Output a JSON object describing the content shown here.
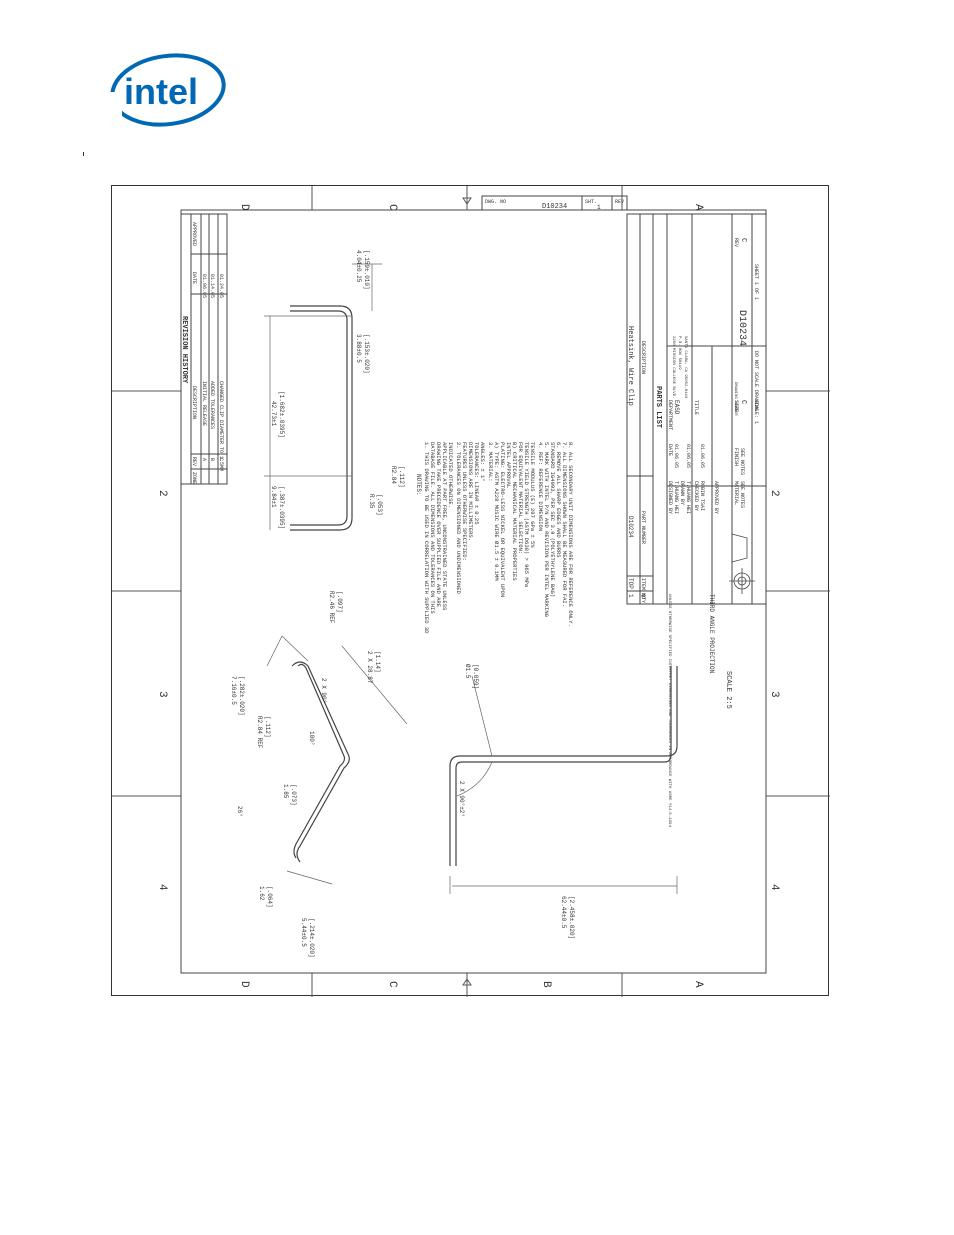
{
  "brand": {
    "name": "intel",
    "color": "#0068b5"
  },
  "drawing": {
    "zones_left": [
      "D",
      "C",
      "B",
      "A"
    ],
    "zones_top": [
      "2",
      "3",
      "4"
    ],
    "zones_bottom": [
      "2",
      "3",
      "4"
    ],
    "scale": "SCALE  2:5",
    "dwg_no_label": "DWG. NO",
    "dwg_no": "D10234",
    "sht_label": "SHT.",
    "sht": "1",
    "rev_label": "REV",
    "rev": "C",
    "revision_history": {
      "title": "REVISION HISTORY",
      "headers": [
        "ZONE",
        "REV",
        "DESCRIPTION",
        "DATE",
        "APPROVED"
      ],
      "rows": [
        [
          "-",
          "A",
          "INITIAL RELEASE",
          "01.06.05",
          "-"
        ],
        [
          "-",
          "B",
          "ADDED TOLERANCES",
          "01.14.05",
          "-"
        ],
        [
          "-",
          "C",
          "CHANGED CLIP DIAMETER TO 1.5MM",
          "01.24.05",
          "-"
        ]
      ]
    },
    "notes": {
      "title": "NOTES:",
      "lines": [
        "1. THIS DRAWING TO BE USED IN CORRELATION WITH SUPPLIED 3D",
        "   DATABASE FILE. ALL DIMENSIONS AND TOLERANCES ON THIS",
        "   DRAWING TAKE PRECEDENCE OVER SUPPLIED FILE AND ARE",
        "   APPLICABLE AT PART FREE, UNCONSTRAINED STATE UNLESS",
        "   INDICATED OTHERWISE.",
        "2. TOLERANCES ON DIMENSIONED AND UNDIMENSIONED",
        "   FEATURES UNLESS OTHERWISE SPECIFIED:",
        "   DIMENSIONS ARE IN MILLIMETERS.",
        "   TOLERANCES: LINEAR ± 0.25",
        "   ANGLES: ± 1°",
        "3. MATERIAL:",
        "   A) TYPE: ASTM A228 MUSIC WIRE Ø1.5 ± 0.1MM",
        "      PLATING: ELECTRO-LESS NICKEL OR EQUIVALENT UPON",
        "      INTEL APPROVAL",
        "   B) CRITICAL MECHANICAL MATERIAL PROPERTIES",
        "      FOR EQUIVALENT MATERIAL SELECTION:",
        "      TENSILE YIELD STRENGTH (ASTM D638) > 965 MPa",
        "      TENSILE MODULUS (E) 207 GPa ± 5%",
        "4. REF: REFERENCE DIMENSION",
        "5. MARK WITH INTEL P/N AND REVISION PER INTEL MARKING",
        "   STANDARD IG4993, PER SEC 3.9 (POLYETHYLENE BAG)",
        "6. REMOVE ALL SHARP EDGES AND BURRS",
        "7. ALL DIMENSIONS SHOWN SHALL BE MEASURED FOR FAI.",
        "8. ALL SECONDARY UNIT DIMENSIONS ARE FOR REFERENCE ONLY."
      ]
    },
    "dimensions": {
      "d1": "9.84±1",
      "d1_in": "[.387±.0395]",
      "d2": "42.73±1",
      "d2_in": "[1.682±.0395]",
      "d3": "3.88±0.5",
      "d3_in": "[.153±.020]",
      "d4": "4.04±0.25",
      "d4_in": "[.159±.010]",
      "r1": "R.35",
      "r1_in": "[.053]",
      "r2": "R2.84",
      "r2_in": "[.112]",
      "d5": "7.16±0.5",
      "d5_in": "[.282±.020]",
      "r3": "R2.46 REF",
      "r3_in": "[.097]",
      "ang1": "2 X 90°",
      "d6": "2 X 28.87",
      "d6_in": "[1.14]",
      "r4": "R2.84 REF",
      "r4_in": "[.112]",
      "ang2": "100°",
      "d7": "1.85",
      "d7_in": "[.073]",
      "ang3": "26°",
      "d8": "1.62",
      "d8_in": "[.064]",
      "d9": "5.44±0.5",
      "d9_in": "[.214±.020]",
      "dia": "Ø1.5",
      "dia_in": "[0.059]",
      "ang4": "2 X 90°±2°",
      "d10": "62.44±0.5",
      "d10_in": "[2.458±.020]"
    },
    "parts_list": {
      "title": "PARTS LIST",
      "headers": [
        "QTY",
        "ITEM NO",
        "PART NUMBER",
        "DESCRIPTION"
      ],
      "row": [
        "1",
        "TOP",
        "D10234",
        "Heatsink, Wire Clip"
      ]
    },
    "title_block": {
      "tol_note": "UNLESS OTHERWISE SPECIFIED INTERPRET DIMENSIONS AND TOLERANCES IN ACCORDANCE WITH ASME Y14.5-1994",
      "projection": "THIRD ANGLE PROJECTION",
      "designed_by": "DESIGNED BY",
      "designer": "T.HUANG HEI",
      "drawn_by": "DRAWN BY",
      "drawer": "T.HUANG HEI",
      "checked_by": "CHECKED BY",
      "checker": "ROBIN TSAI",
      "approved_by": "APPROVED BY",
      "date_label": "DATE",
      "date1": "01.06.05",
      "date2": "01.06.05",
      "date3": "01.06.05",
      "department_label": "DEPARTMENT",
      "department": "EASD",
      "address1": "2200 MISSION COLLEGE BLVD.",
      "address2": "P.O. BOX 58119",
      "address3": "SANTA CLARA, CA 95052-8119",
      "title_label": "TITLE",
      "material_label": "MATERIAL",
      "material": "SEE NOTES",
      "finish_label": "FINISH",
      "finish": "SEE NOTES",
      "size_label": "SIZE",
      "size": "C",
      "drawing_number_label": "DRAWING NUMBER",
      "drawing_number": "D10234",
      "rev_label": "REV",
      "rev": "C",
      "scale": "SCALE: 1",
      "dns": "DO NOT SCALE DRAWING",
      "sheet": "SHEET 1 OF 1"
    }
  }
}
